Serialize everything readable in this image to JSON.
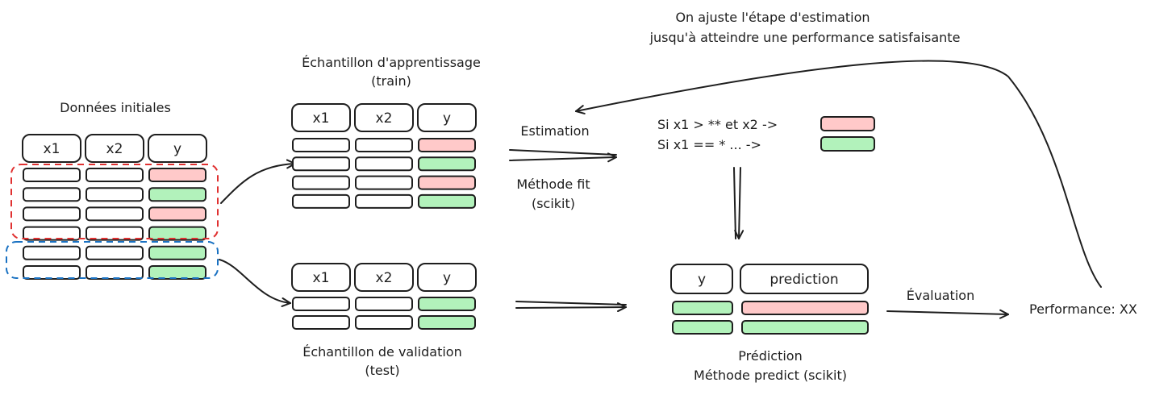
{
  "colors": {
    "red": "#ffc9c9",
    "green": "#b2f2bb",
    "white": "#ffffff",
    "dash_red": "#e03131",
    "dash_blue": "#1971c2"
  },
  "initial": {
    "title": "Données initiales",
    "headers": [
      "x1",
      "x2",
      "y"
    ],
    "rows_y": [
      "red",
      "green",
      "red",
      "green",
      "green",
      "green"
    ]
  },
  "train": {
    "title_line1": "Échantillon d'apprentissage",
    "title_line2": "(train)",
    "headers": [
      "x1",
      "x2",
      "y"
    ],
    "rows_y": [
      "red",
      "green",
      "red",
      "green"
    ]
  },
  "test": {
    "title_line1": "Échantillon de validation",
    "title_line2": "(test)",
    "headers": [
      "x1",
      "x2",
      "y"
    ],
    "rows_y": [
      "green",
      "green"
    ]
  },
  "estimation": {
    "label": "Estimation",
    "method_line1": "Méthode fit",
    "method_line2": "(scikit)"
  },
  "rules": {
    "rule1": "Si x1 > ** et x2 ->",
    "rule1_color": "red",
    "rule2": "Si x1 == * ...      ->",
    "rule2_color": "green"
  },
  "feedback": {
    "line1": "On ajuste l'étape d'estimation",
    "line2": "jusqu'à atteindre une performance satisfaisante"
  },
  "prediction_table": {
    "headers": [
      "y",
      "prediction"
    ],
    "rows": [
      [
        "green",
        "red"
      ],
      [
        "green",
        "green"
      ]
    ]
  },
  "prediction": {
    "line1": "Prédiction",
    "line2": "Méthode predict (scikit)"
  },
  "evaluation": {
    "label": "Évaluation",
    "result": "Performance: XX"
  }
}
